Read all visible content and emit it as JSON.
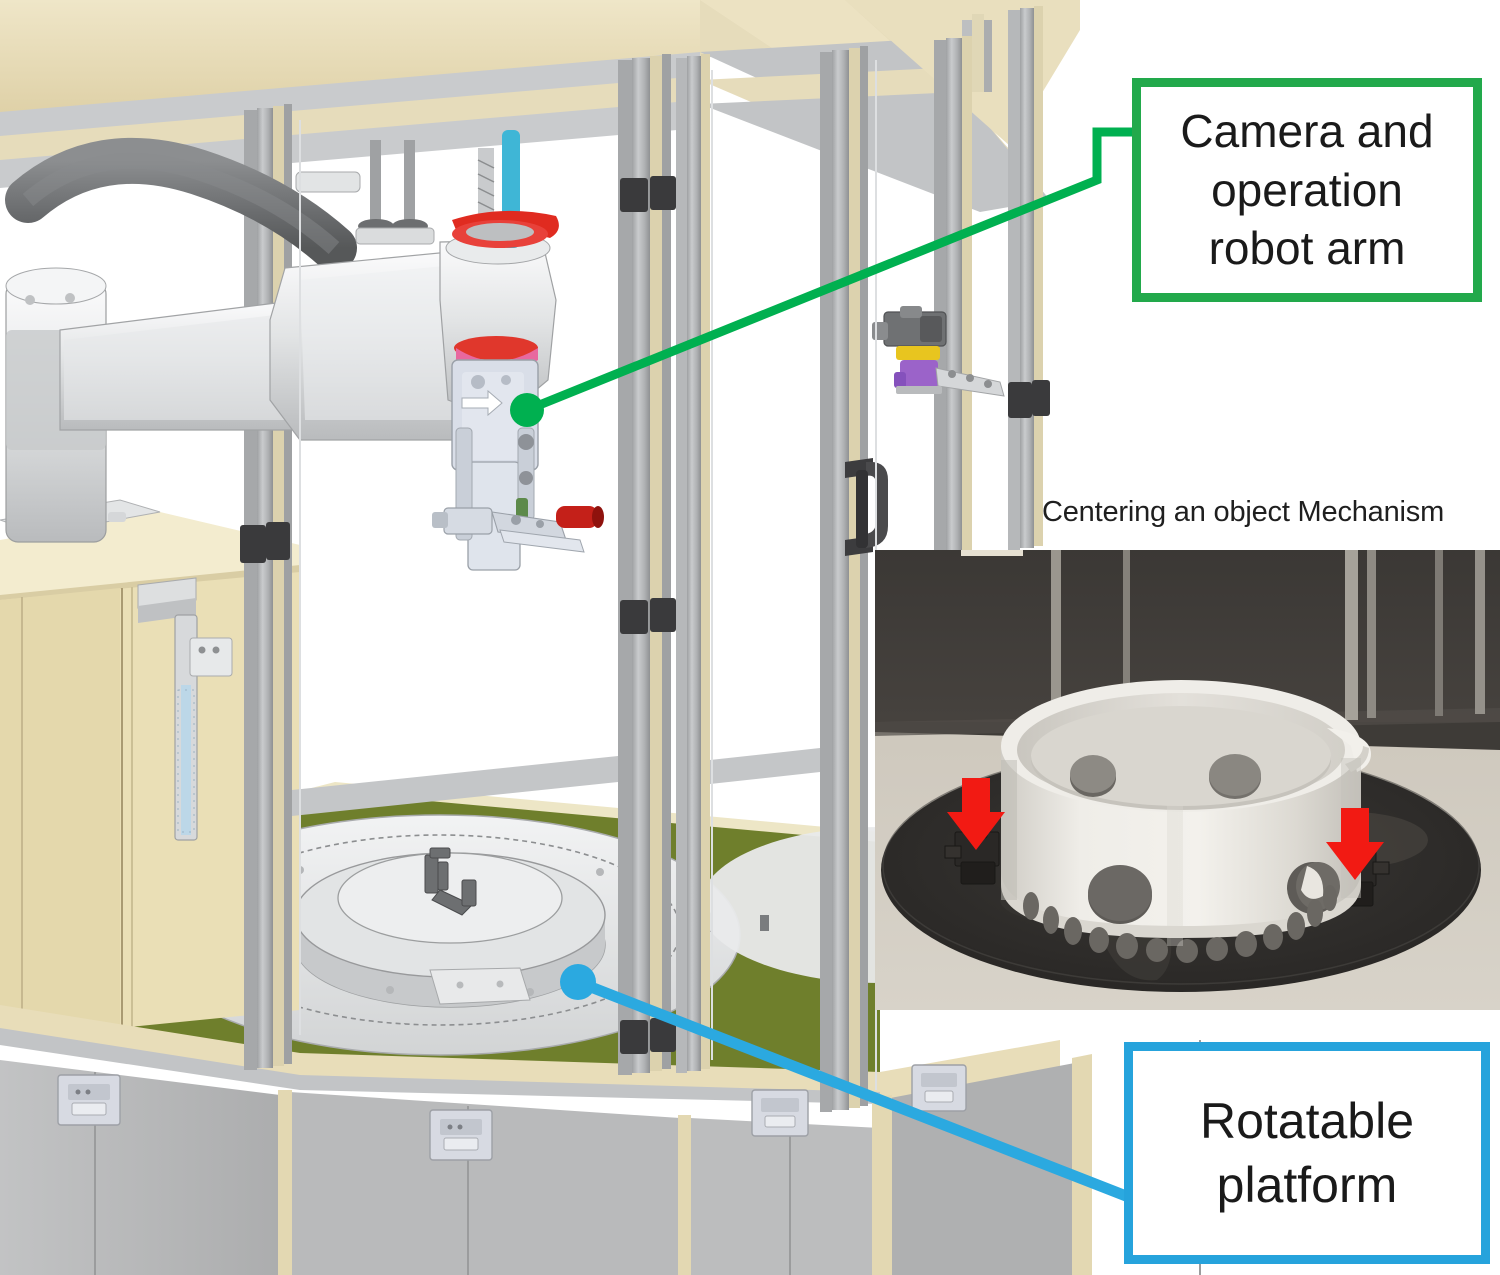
{
  "figure": {
    "kind": "annotated-cad-photo-composite",
    "description": "CAD rendering of an enclosed robotic cell with callout annotations and an inset photograph"
  },
  "callouts": [
    {
      "id": "camera-robot-arm",
      "lines": [
        "Camera and",
        "operation",
        "robot arm"
      ],
      "text": "Camera and operation robot arm",
      "border_color": "#22A94B",
      "leader_color": "#00B050",
      "background": "#FFFFFF"
    },
    {
      "id": "rotatable-platform",
      "lines": [
        "Rotatable",
        "platform"
      ],
      "text": "Rotatable platform",
      "border_color": "#26A3DC",
      "leader_color": "#2BA9E0",
      "background": "#FFFFFF"
    }
  ],
  "inset": {
    "caption": "Centering an object Mechanism",
    "caption_color": "#1F1F1F",
    "arrow_color": "#F21A13",
    "arrow_count": 2,
    "background_color": "#3A3733",
    "floor_color": "#CFC9BE",
    "turntable_color": "#2E2C2A",
    "workpiece_color": "#E7E4DE"
  },
  "scene": {
    "frame_color": "#B3B5B7",
    "panel_color": "#E8DDBB",
    "cabinet_color": "#B8B9BA",
    "floor_color": "#6F7F2C",
    "platform_color": "#E4E5E6",
    "robot_color": "#DADCDD",
    "robot_dark_color": "#6E7072",
    "accent_red": "#E02B20",
    "accent_cyan": "#39B4D6",
    "accent_purple": "#9B63C9",
    "accent_yellow": "#E8C51F",
    "handle_color": "#3B3B3D"
  }
}
